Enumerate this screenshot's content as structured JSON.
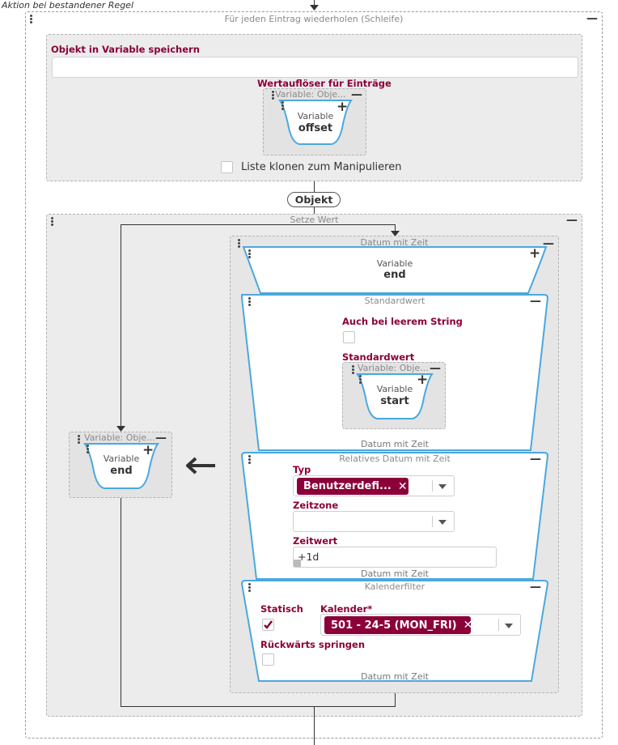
{
  "header": {
    "title": "Aktion bei bestandener Regel"
  },
  "loop": {
    "title": "Für jeden Eintrag wiederholen (Schleife)",
    "store_block": {
      "label": "Objekt in Variable speichern",
      "input_value": "",
      "resolver_label": "Wertauflöser für Einträge",
      "resolver_var": {
        "title": "Variable: Obje...",
        "kind": "Variable",
        "name": "offset"
      },
      "clone_label": "Liste klonen zum Manipulieren",
      "clone_checked": false
    },
    "connector_label": "Objekt",
    "set_value": {
      "title": "Setze Wert",
      "target_var": {
        "title": "Variable: Obje...",
        "kind": "Variable",
        "name": "end"
      },
      "arrow_glyph": "🡐",
      "datetime": {
        "title": "Datum mit Zeit",
        "end_var": {
          "kind": "Variable",
          "name": "end"
        },
        "default_block": {
          "title": "Standardwert",
          "empty_string_label": "Auch bei leerem String",
          "empty_string_checked": false,
          "default_label": "Standardwert",
          "default_var": {
            "title": "Variable: Obje...",
            "kind": "Variable",
            "name": "start"
          },
          "footer": "Datum mit Zeit"
        },
        "relative_block": {
          "title": "Relatives Datum mit Zeit",
          "type_label": "Typ",
          "type_value": "Benutzerdefi...",
          "timezone_label": "Zeitzone",
          "timezone_value": "",
          "timevalue_label": "Zeitwert",
          "timevalue_value": "+1d",
          "footer": "Datum mit Zeit"
        },
        "calendar_block": {
          "title": "Kalenderfilter",
          "static_label": "Statisch",
          "static_checked": true,
          "calendar_label": "Kalender*",
          "calendar_value": "501 - 24-5 (MON_FRI)",
          "backward_label": "Rückwärts springen",
          "backward_checked": false,
          "footer": "Datum mit Zeit"
        }
      }
    }
  },
  "colors": {
    "accent": "#8b0038",
    "shape_stroke": "#4aa8de",
    "panel": "#ececec"
  }
}
